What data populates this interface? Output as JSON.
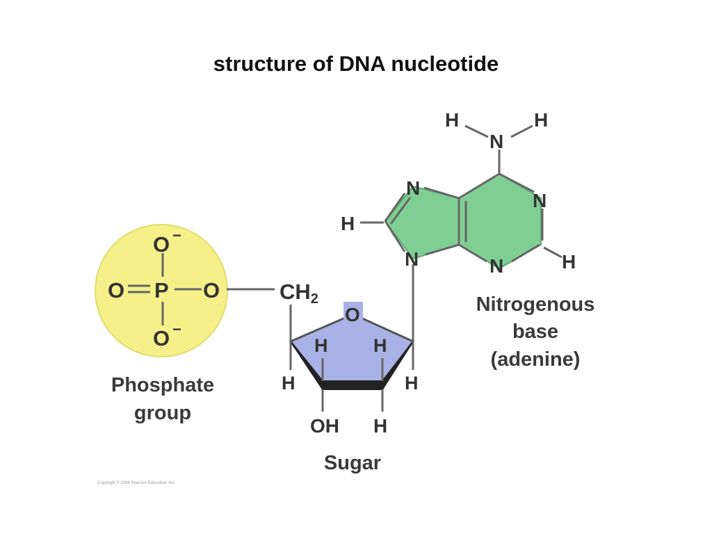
{
  "title": "structure of DNA nucleotide",
  "colors": {
    "phosphate_fill": "#f6f08a",
    "base_fill": "#7fcf95",
    "sugar_fill": "#a9b2e6",
    "bond": "#666666",
    "text": "#333333"
  },
  "phosphate": {
    "atoms": {
      "O_top": "O",
      "O_top_charge": "−",
      "O_left": "O",
      "P": "P",
      "O_right": "O",
      "O_bottom": "O",
      "O_bottom_charge": "−"
    },
    "label_line1": "Phosphate",
    "label_line2": "group"
  },
  "sugar": {
    "CH": "CH",
    "CH_sub": "2",
    "ring_O": "O",
    "H_ring_left": "H",
    "H_ring_right": "H",
    "H_left": "H",
    "H_right": "H",
    "OH": "OH",
    "H_bottom": "H",
    "label": "Sugar"
  },
  "base": {
    "H_top_left": "H",
    "H_top_right": "H",
    "N_amino": "N",
    "N_7": "N",
    "N_1": "N",
    "H_left": "H",
    "N_9": "N",
    "N_3": "N",
    "H_right": "H",
    "label_line1": "Nitrogenous",
    "label_line2": "base",
    "label_line3": "(adenine)"
  },
  "copyright": "Copyright © 2008 Pearson Education, Inc."
}
